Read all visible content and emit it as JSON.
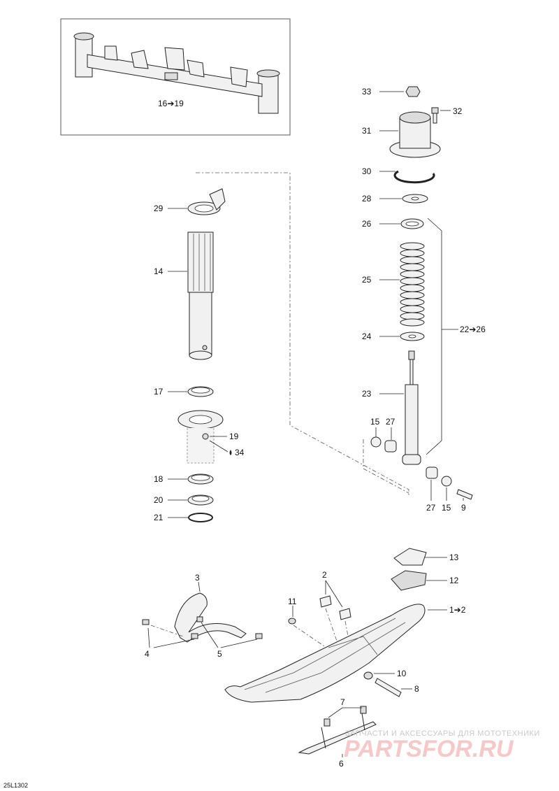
{
  "callouts": {
    "c16_19": "16➔19",
    "c33": "33",
    "c32": "32",
    "c31": "31",
    "c30": "30",
    "c29": "29",
    "c28": "28",
    "c26": "26",
    "c14": "14",
    "c25": "25",
    "c22_26": "22➔26",
    "c24": "24",
    "c23": "23",
    "c17": "17",
    "c15a": "15",
    "c27a": "27",
    "c19": "19",
    "c34": "34",
    "c18": "18",
    "c20": "20",
    "c21": "21",
    "c27b": "27",
    "c15b": "15",
    "c9": "9",
    "c13": "13",
    "c12": "12",
    "c3": "3",
    "c2": "2",
    "c11": "11",
    "c1_2": "1➔2",
    "c4": "4",
    "c5": "5",
    "c10": "10",
    "c8": "8",
    "c7": "7",
    "c6": "6"
  },
  "watermark": {
    "line1": "ЗАПЧАСТИ И АКСЕССУАРЫ ДЛЯ МОТОТЕХНИКИ",
    "line2": "PARTSFOR.RU"
  },
  "diagram_code": "25L1302"
}
